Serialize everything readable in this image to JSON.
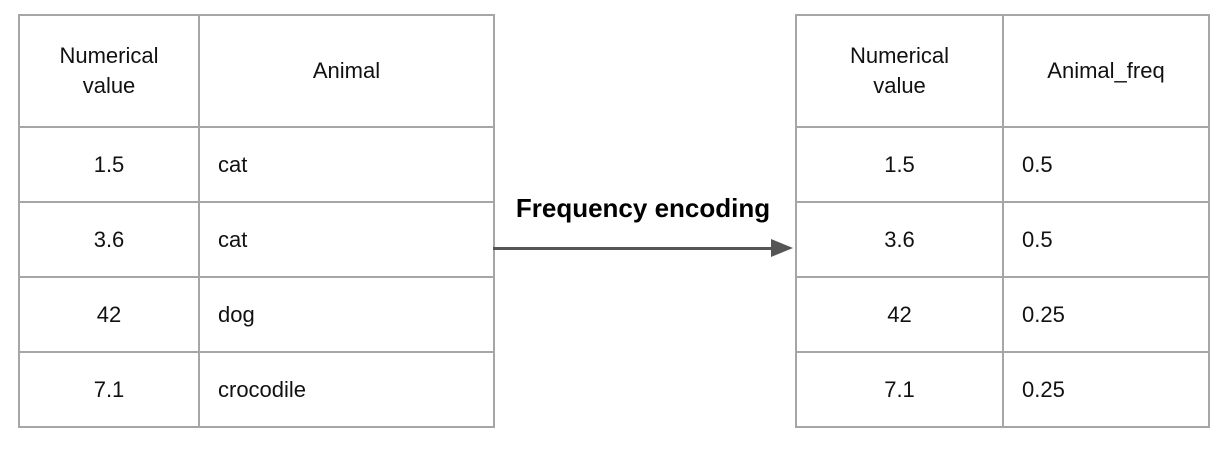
{
  "diagram": {
    "transform_label": "Frequency encoding",
    "left_table": {
      "columns": {
        "0": "Numerical value",
        "1": "Animal"
      },
      "rows": {
        "0": {
          "0": "1.5",
          "1": "cat"
        },
        "1": {
          "0": "3.6",
          "1": "cat"
        },
        "2": {
          "0": "42",
          "1": "dog"
        },
        "3": {
          "0": "7.1",
          "1": "crocodile"
        }
      }
    },
    "right_table": {
      "columns": {
        "0": "Numerical value",
        "1": "Animal_freq"
      },
      "rows": {
        "0": {
          "0": "1.5",
          "1": "0.5"
        },
        "1": {
          "0": "3.6",
          "1": "0.5"
        },
        "2": {
          "0": "42",
          "1": "0.25"
        },
        "3": {
          "0": "7.1",
          "1": "0.25"
        }
      }
    },
    "colors": {
      "table_border": "#a6a6a6",
      "arrow": "#555555",
      "text": "#000000",
      "background": "#ffffff"
    }
  }
}
